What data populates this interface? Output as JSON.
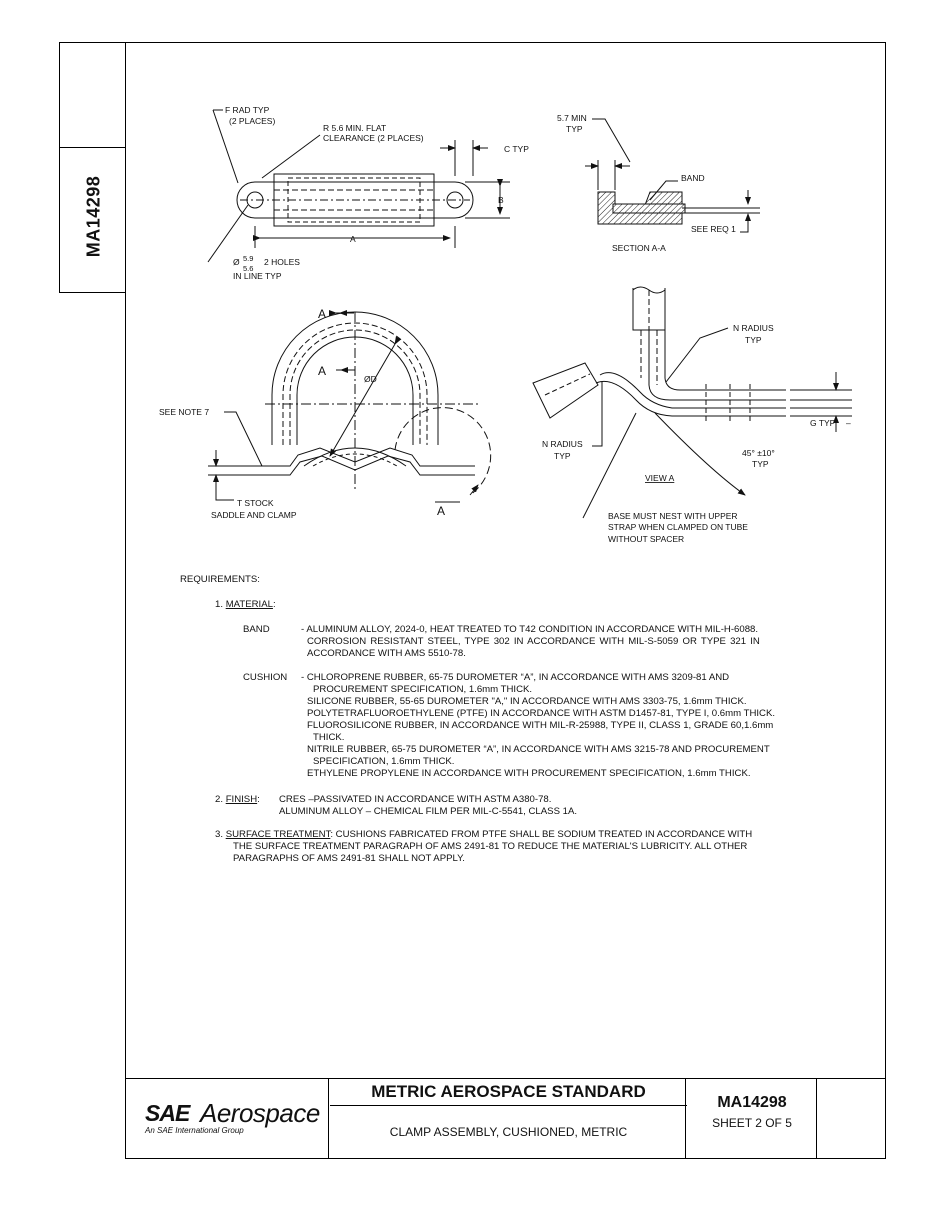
{
  "doc_id": "MA14298",
  "drawing": {
    "top_left": {
      "f_rad": [
        "F  RAD  TYP",
        "(2 PLACES)"
      ],
      "r_flat": [
        "R 5.6 MIN. FLAT",
        "CLEARANCE (2 PLACES)"
      ],
      "c_typ": "C TYP",
      "b": "B",
      "a": "A",
      "dia_prefix": "Ø",
      "dia_upper": "5.9",
      "dia_lower": "5.6",
      "holes": "2 HOLES",
      "inline": "IN  LINE  TYP"
    },
    "section": {
      "min_label": [
        "5.7 MIN",
        "TYP"
      ],
      "band": "BAND",
      "see_req": "SEE REQ 1",
      "title": "SECTION A-A"
    },
    "main": {
      "a_top": "A",
      "a_mid": "A",
      "od": "ØD",
      "see_note": "SEE NOTE 7",
      "t_stock": "T STOCK",
      "saddle": "SADDLE AND CLAMP",
      "a_bottom": "A"
    },
    "view_a": {
      "n_radius_top": [
        "N RADIUS",
        "TYP"
      ],
      "g_typ": "G TYP",
      "n_radius_left": [
        "N RADIUS",
        "TYP"
      ],
      "angle": [
        "45° ±10°",
        "TYP"
      ],
      "title": "VIEW A",
      "base_note": [
        "BASE MUST NEST WITH UPPER",
        "STRAP WHEN CLAMPED ON TUBE",
        "WITHOUT SPACER"
      ]
    }
  },
  "requirements": {
    "heading": "REQUIREMENTS:",
    "material_num": "1.",
    "material_label": "MATERIAL",
    "band_label": "BAND",
    "band_lines": [
      "- ALUMINUM ALLOY, 2024-0, HEAT TREATED TO T42 CONDITION IN ACCORDANCE WITH MIL-H-6088.",
      "CORROSION  RESISTANT  STEEL,  TYPE  302  IN  ACCORDANCE  WITH  MIL-S-5059  OR  TYPE  321  IN",
      "ACCORDANCE WITH AMS 5510-78."
    ],
    "cushion_label": "CUSHION",
    "cushion_lines": [
      "- CHLOROPRENE RUBBER, 65-75 DUROMETER “A”, IN ACCORDANCE WITH AMS 3209-81 AND",
      "PROCUREMENT SPECIFICATION, 1.6mm THICK.",
      "SILICONE RUBBER, 55-65 DUROMETER \"A,\" IN ACCORDANCE WITH AMS 3303-75, 1.6mm THICK.",
      "POLYTETRAFLUOROETHYLENE (PTFE) IN ACCORDANCE WITH ASTM D1457-81, TYPE I, 0.6mm THICK.",
      "FLUOROSILICONE RUBBER, IN ACCORDANCE WITH MIL-R-25988, TYPE II, CLASS 1, GRADE 60,1.6mm",
      "THICK.",
      "NITRILE RUBBER, 65-75 DUROMETER “A”, IN ACCORDANCE WITH  AMS 3215-78 AND PROCUREMENT",
      "SPECIFICATION, 1.6mm THICK.",
      "ETHYLENE PROPYLENE IN ACCORDANCE WITH PROCUREMENT SPECIFICATION, 1.6mm THICK."
    ],
    "finish_num": "2.",
    "finish_label": "FINISH",
    "finish_lines": [
      "CRES –PASSIVATED IN ACCORDANCE WITH ASTM A380-78.",
      "ALUMINUM ALLOY – CHEMICAL FILM PER MIL-C-5541, CLASS 1A."
    ],
    "surface_num": "3.",
    "surface_label": "SURFACE TREATMENT",
    "surface_lines": [
      ":  CUSHIONS FABRICATED FROM PTFE SHALL BE SODIUM TREATED IN ACCORDANCE WITH",
      "THE SURFACE TREATMENT PARAGRAPH OF AMS 2491-81 TO REDUCE THE MATERIAL'S LUBRICITY.  ALL OTHER",
      "PARAGRAPHS OF AMS 2491-81 SHALL NOT APPLY."
    ]
  },
  "title_block": {
    "logo_sae": "SAE",
    "logo_aerospace": "Aerospace",
    "logo_sub": "An SAE International Group",
    "standard": "METRIC AEROSPACE STANDARD",
    "title": "CLAMP ASSEMBLY, CUSHIONED, METRIC",
    "number": "MA14298",
    "sheet": "SHEET 2 OF 5"
  }
}
